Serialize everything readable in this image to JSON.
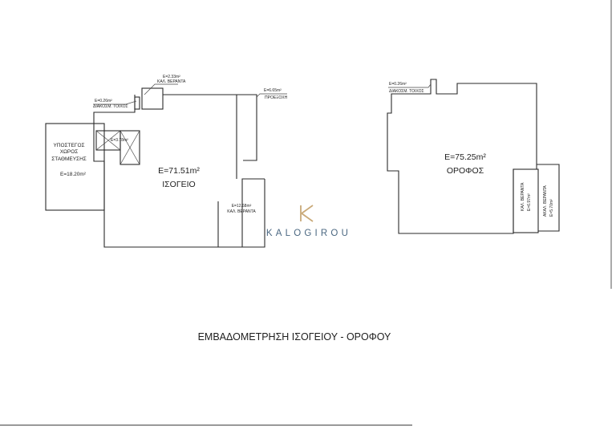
{
  "ground_floor": {
    "area": "E=71.51m²",
    "name": "ΙΣΟΓΕΙΟ",
    "veranda_top_area": "E=2.33m²",
    "veranda_top_label": "ΚΑΛ. ΒΕΡΑΝΤΑ",
    "wall_area": "E=0.26m²",
    "wall_label": "ΔΙΑΚΟΣΜ. ΤΟΙΧΟΣ",
    "canopy_area": "E=6.65m²",
    "canopy_label": "ΠΡΟΕΞΟΧΗ",
    "stair_area": "E=3.78m²",
    "veranda_bottom_area": "E=12.68m²",
    "veranda_bottom_label": "ΚΑΛ. ΒΕΡΑΝΤΑ",
    "parking_line1": "ΥΠΟΣΤΕΓΟΣ",
    "parking_line2": "ΧΩΡΟΣ",
    "parking_line3": "ΣΤΑΘΜΕΥΣΗΣ",
    "parking_area": "E=18.20m²"
  },
  "upper_floor": {
    "area": "E=75.25m²",
    "name": "ΟΡΟΦΟΣ",
    "wall_area": "E=0.26m²",
    "wall_label": "ΔΙΑΚΟΣΜ. ΤΟΙΧΟΣ",
    "veranda1_label": "ΚΑΛ. ΒΕΡΑΝΤΑ",
    "veranda1_area": "E=6.97m²",
    "veranda2_label": "ΑΚΑΛ. ΒΕΡΑΝΤΑ",
    "veranda2_area": "E=5.70m²"
  },
  "logo": {
    "letter": "K",
    "text": "KALOGIROU",
    "color": "#c9a978"
  },
  "caption": "ΕΜΒΑΔΟΜΕΤΡΗΣΗ ΙΣΟΓΕΙΟΥ - ΟΡΟΦΟΥ"
}
